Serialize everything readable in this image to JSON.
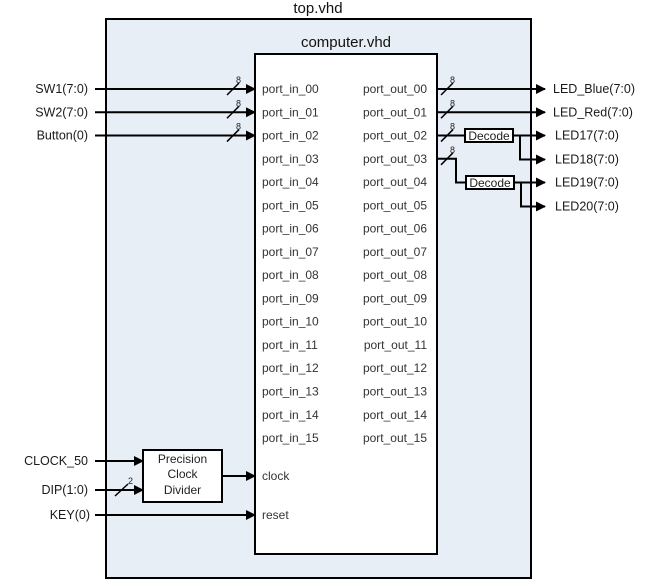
{
  "top": {
    "title": "top.vhd",
    "fill": "#e8eef6"
  },
  "computer": {
    "title": "computer.vhd",
    "in_ports": [
      "port_in_00",
      "port_in_01",
      "port_in_02",
      "port_in_03",
      "port_in_04",
      "port_in_05",
      "port_in_06",
      "port_in_07",
      "port_in_08",
      "port_in_09",
      "port_in_10",
      "port_in_11",
      "port_in_12",
      "port_in_13",
      "port_in_14",
      "port_in_15"
    ],
    "out_ports": [
      "port_out_00",
      "port_out_01",
      "port_out_02",
      "port_out_03",
      "port_out_04",
      "port_out_05",
      "port_out_06",
      "port_out_07",
      "port_out_08",
      "port_out_09",
      "port_out_10",
      "port_out_11",
      "port_out_12",
      "port_out_13",
      "port_out_14",
      "port_out_15"
    ],
    "clock_port": "clock",
    "reset_port": "reset"
  },
  "inputs": [
    {
      "label": "SW1(7:0)",
      "port_index": 0,
      "width": "8"
    },
    {
      "label": "SW2(7:0)",
      "port_index": 1,
      "width": "8"
    },
    {
      "label": "Button(0)",
      "port_index": 2,
      "width": "8"
    }
  ],
  "clock_inputs": {
    "clock": {
      "label": "CLOCK_50"
    },
    "dip": {
      "label": "DIP(1:0)",
      "width": "2"
    },
    "key": {
      "label": "KEY(0)"
    }
  },
  "clock_divider": {
    "lines": [
      "Precision",
      "Clock",
      "Divider"
    ]
  },
  "outputs": [
    {
      "label": "LED_Blue(7:0)",
      "port_index": 0,
      "width": "8"
    },
    {
      "label": "LED_Red(7:0)",
      "port_index": 1,
      "width": "8"
    }
  ],
  "decoders": [
    {
      "label": "Decode",
      "port_index": 2,
      "width": "8",
      "outputs": [
        "LED17(7:0)",
        "LED18(7:0)"
      ]
    },
    {
      "label": "Decode",
      "port_index": 3,
      "width": "8",
      "outputs": [
        "LED19(7:0)",
        "LED20(7:0)"
      ]
    }
  ]
}
